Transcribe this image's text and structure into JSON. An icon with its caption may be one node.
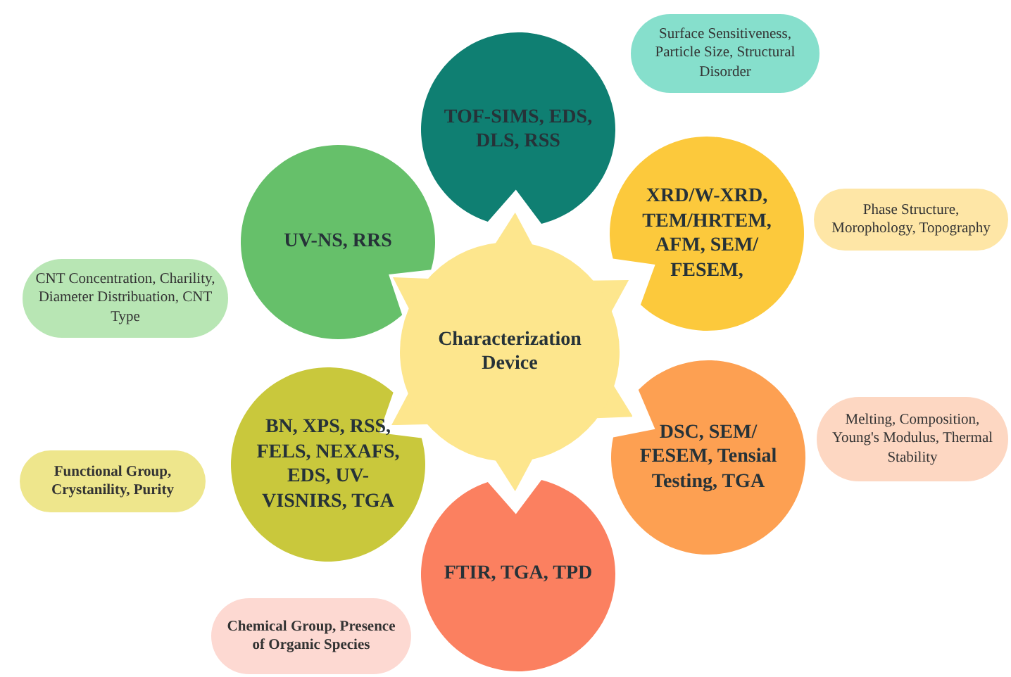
{
  "diagram": {
    "nodes": [
      {
        "text": [
          "Characterization Device"
        ]
      },
      {
        "text": [
          "TOF-SIMS, EDS, DLS, RSS"
        ]
      },
      {
        "text": [
          "Surface Sensitiveness, Particle Size, Structural Disorder"
        ]
      },
      {
        "text": [
          "UV-NS, RRS"
        ]
      },
      {
        "text": [
          "XRD/W-XRD, TEM/HRTEM, AFM, SEM/ FESEM,"
        ]
      },
      {
        "text": [
          "Phase Structure, Morophology, Topography"
        ]
      },
      {
        "text": [
          "CNT Concentration, Charility, Diameter Distribuation, CNT Type"
        ]
      },
      {
        "text": [
          "BN, XPS, RSS, FELS, NEXAFS, EDS, UV- VISNIRS, TGA"
        ]
      },
      {
        "text": [
          "DSC, SEM/ FESEM, Tensial Testing, TGA"
        ]
      },
      {
        "text": [
          "Melting, Composition, Young's Modulus, Thermal Stability"
        ]
      },
      {
        "text": [
          "Functional Group, Crystanility, Purity"
        ]
      },
      {
        "text": [
          "FTIR, TGA, TPD"
        ]
      },
      {
        "text": [
          "Chemical Group, Presence of Organic Species"
        ]
      }
    ]
  }
}
